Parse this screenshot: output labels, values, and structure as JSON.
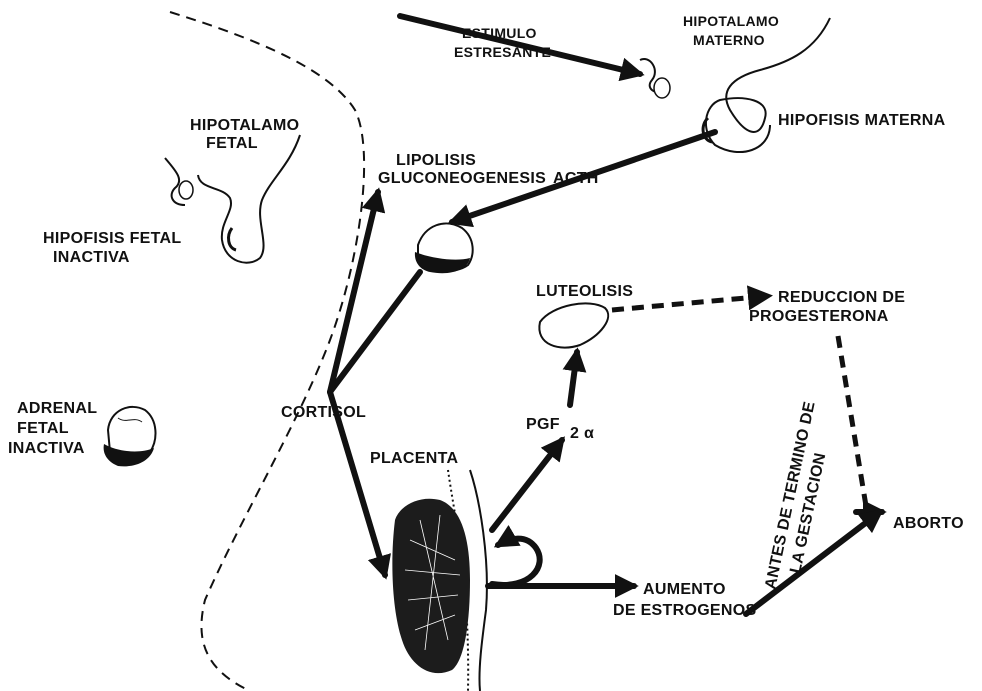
{
  "labels": {
    "estimulo_line1": "ESTIMULO",
    "estimulo_line2": "ESTRESANTE",
    "hipotalamo_materno_line1": "HIPOTALAMO",
    "hipotalamo_materno_line2": "MATERNO",
    "hipofisis_materna": "HIPOFISIS MATERNA",
    "hipotalamo_fetal_line1": "HIPOTALAMO",
    "hipotalamo_fetal_line2": "FETAL",
    "lipolisis_line1": "LIPOLISIS",
    "lipolisis_line2": "GLUCONEOGENESIS",
    "acth": "ACTH",
    "hipofisis_fetal_line1": "HIPOFISIS FETAL",
    "hipofisis_fetal_line2": "INACTIVA",
    "luteolisis": "LUTEOLISIS",
    "reduccion_line1": "REDUCCION  DE",
    "reduccion_line2": "PROGESTERONA",
    "adrenal_line1": "ADRENAL",
    "adrenal_line2": "FETAL",
    "adrenal_line3": "INACTIVA",
    "cortisol": "CORTISOL",
    "pgf_base": "PGF",
    "pgf_sub": "2 α",
    "placenta": "PLACENTA",
    "termino_line1": "ANTES DE TERMINO DE",
    "termino_line2": "LA GESTACION",
    "aborto": "ABORTO",
    "aumento_line1": "AUMENTO",
    "aumento_line2": "DE ESTROGENOS"
  }
}
